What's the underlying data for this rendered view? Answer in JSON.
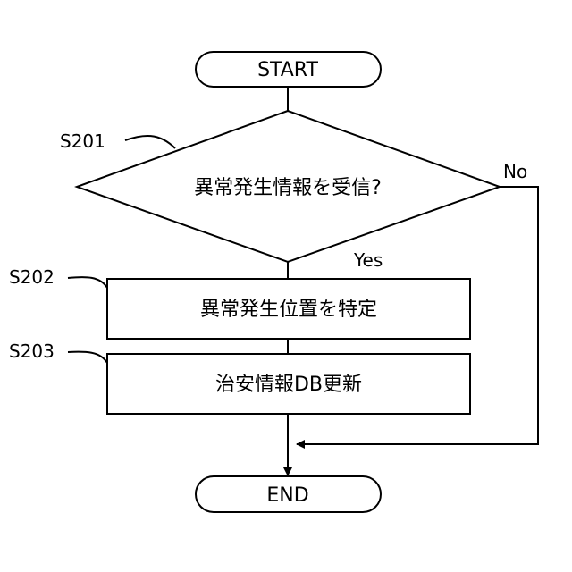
{
  "flowchart": {
    "start_label": "START",
    "end_label": "END",
    "decision": {
      "step_id": "S201",
      "question": "異常発生情報を受信?",
      "yes_label": "Yes",
      "no_label": "No"
    },
    "process_1": {
      "step_id": "S202",
      "text": "異常発生位置を特定"
    },
    "process_2": {
      "step_id": "S203",
      "text": "治安情報DB更新"
    }
  }
}
